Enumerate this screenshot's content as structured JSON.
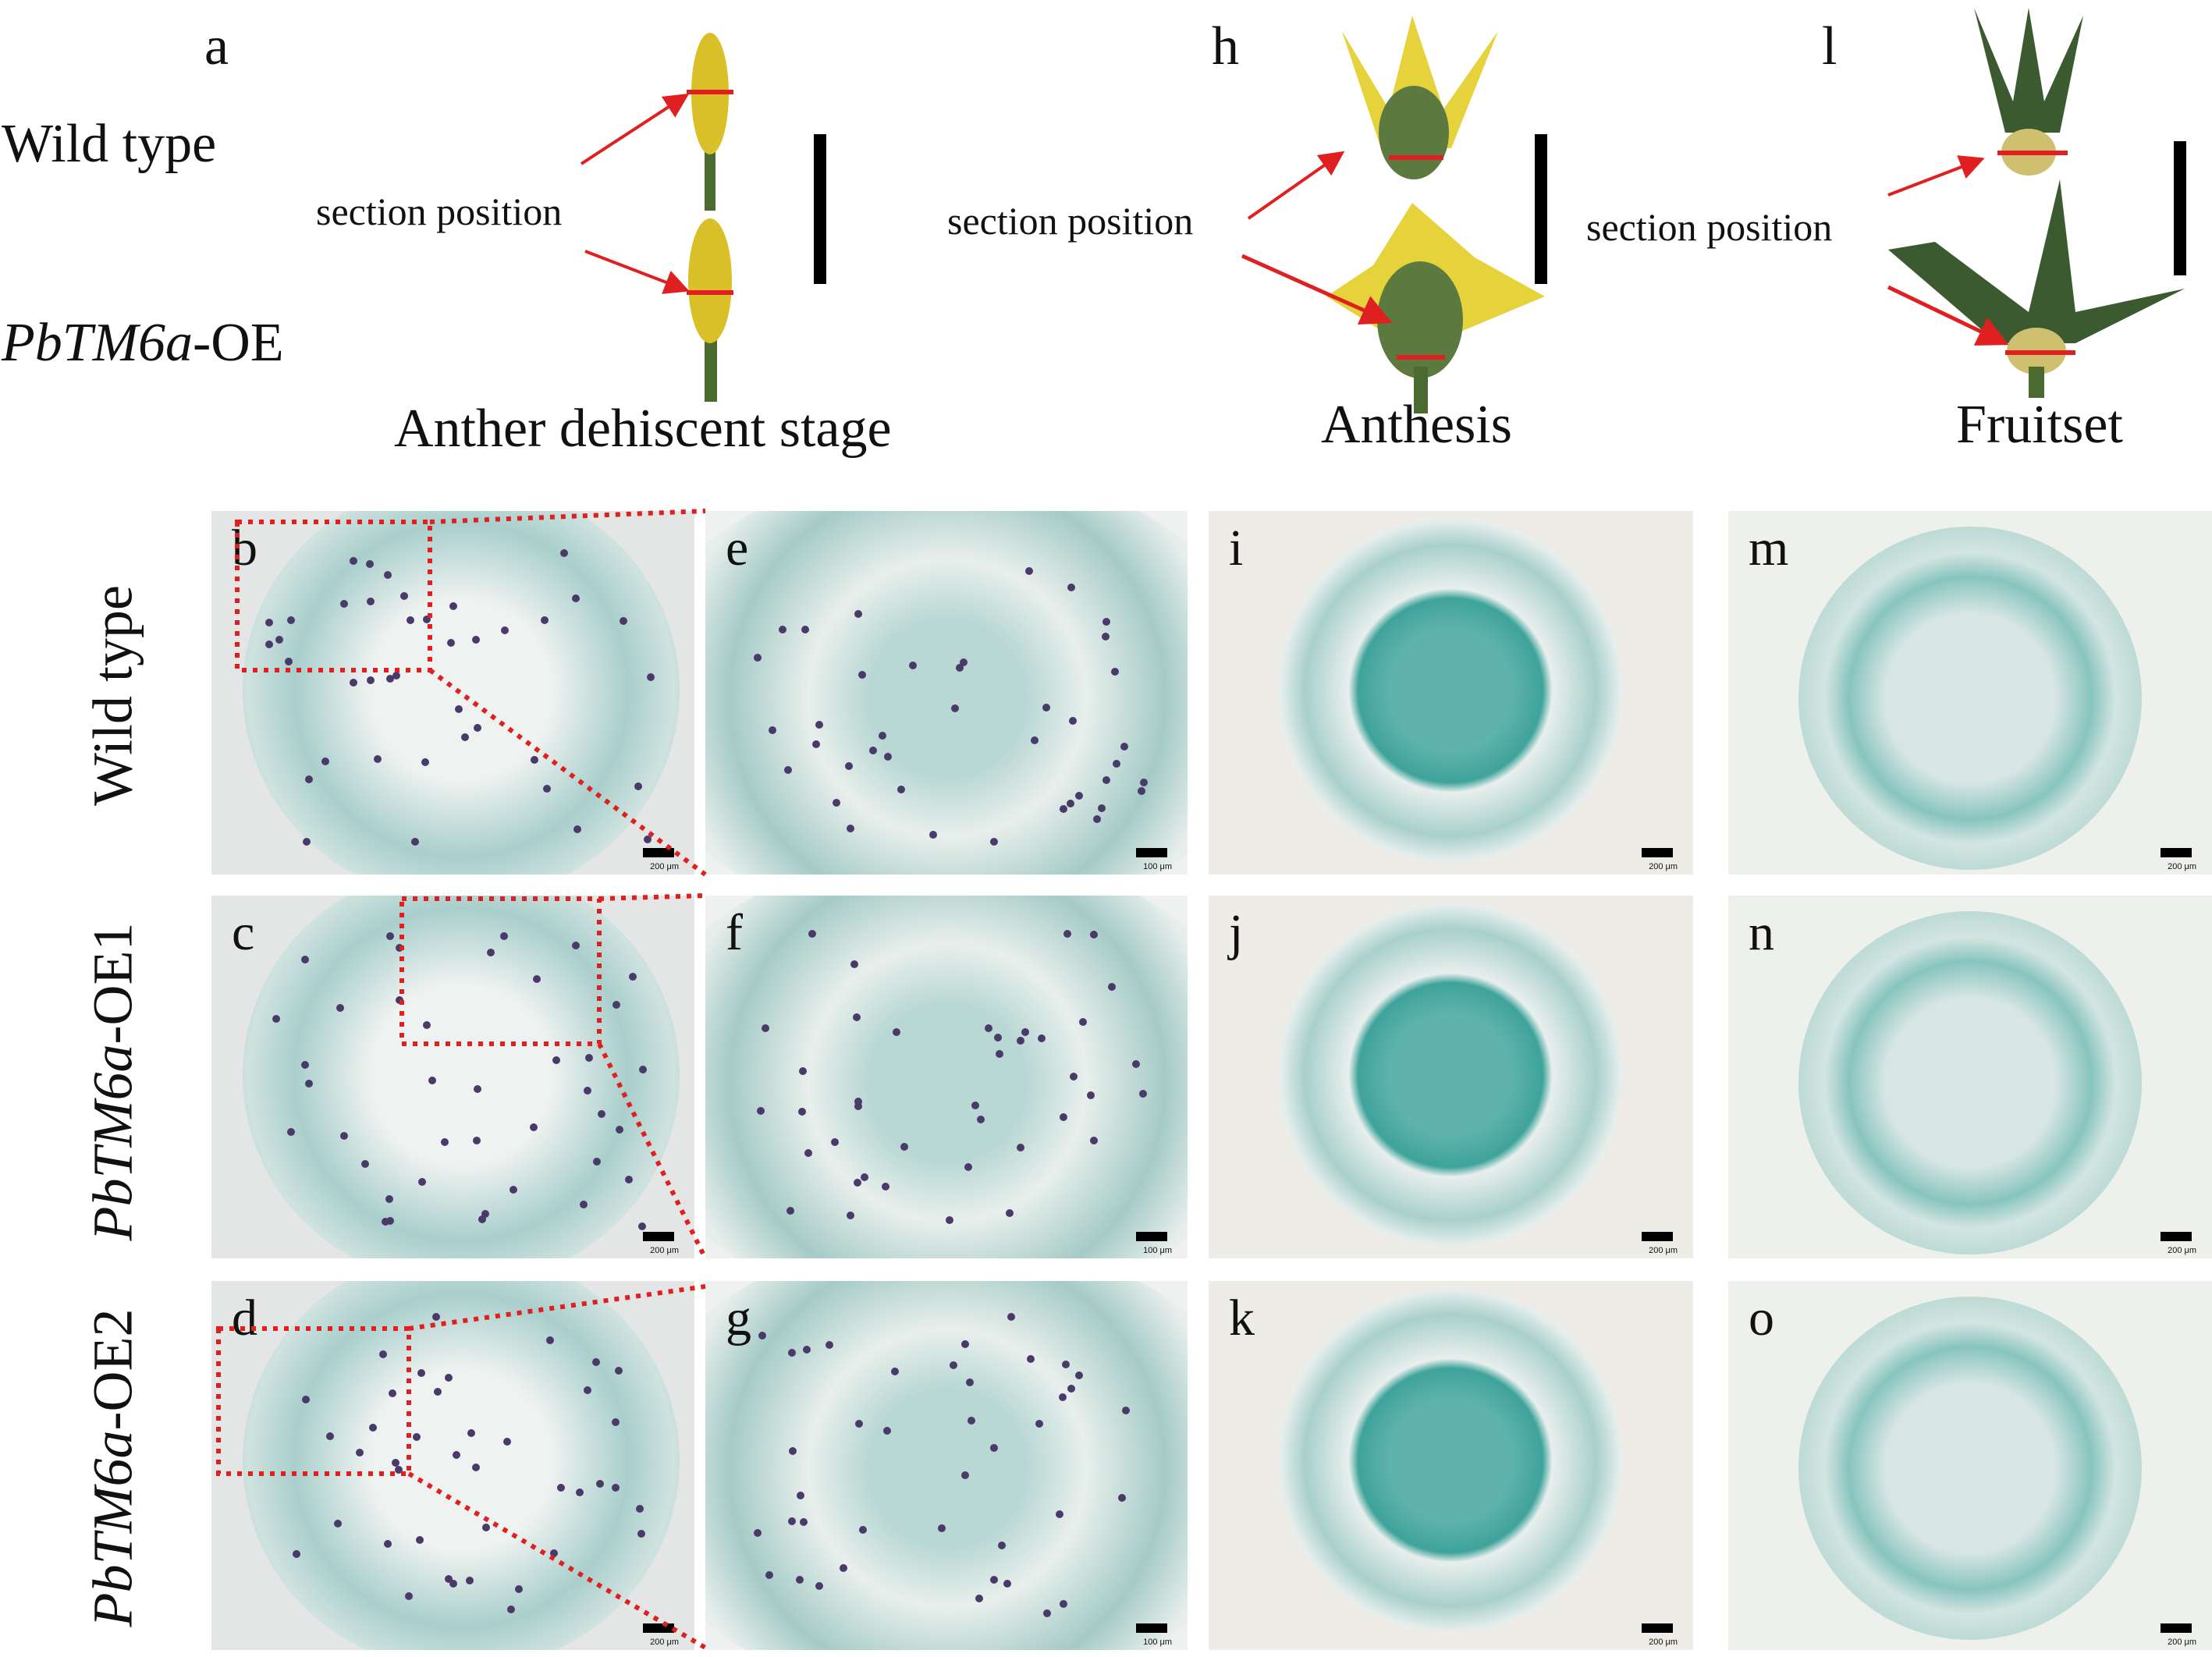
{
  "top_row": [
    {
      "letter": "a",
      "stage": "Anther dehiscent stage",
      "section_label": "section position"
    },
    {
      "letter": "h",
      "stage": "Anthesis",
      "section_label": "section position"
    },
    {
      "letter": "l",
      "stage": "Fruitset",
      "section_label": "section position"
    }
  ],
  "genotypes_top": {
    "wild": "Wild type",
    "oe_italic": "PbTM6a",
    "oe_suffix": "-OE"
  },
  "row_labels": [
    {
      "italic": "",
      "text": "Wild type"
    },
    {
      "italic": "PbTM6a",
      "text": "-OE1"
    },
    {
      "italic": "PbTM6a",
      "text": "-OE2"
    }
  ],
  "panels": [
    [
      "b",
      "e",
      "i",
      "m"
    ],
    [
      "c",
      "f",
      "j",
      "n"
    ],
    [
      "d",
      "g",
      "k",
      "o"
    ]
  ],
  "scale_labels": {
    "col1": "200 μm",
    "col2": "100 μm",
    "col3": "200 μm",
    "col4": "200 μm"
  },
  "colors": {
    "arrow": "#e02020",
    "tissue": "#7fbcb8",
    "pollen": "#4a3a6a",
    "flower": "#e0c020"
  }
}
